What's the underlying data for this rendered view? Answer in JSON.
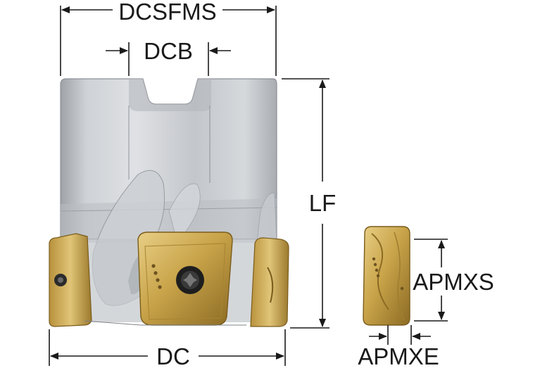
{
  "dimensions": {
    "dcsfms": "DCSFMS",
    "dcb": "DCB",
    "lf": "LF",
    "dc": "DC",
    "apmxs": "APMXS",
    "apmxe": "APMXE"
  },
  "colors": {
    "body_steel": "#c9ccd0",
    "body_shade": "#9ea3a9",
    "insert_gold": "#c9a44a",
    "insert_gold_dark": "#8a6a22",
    "dimension_line": "#1a1a1a"
  }
}
